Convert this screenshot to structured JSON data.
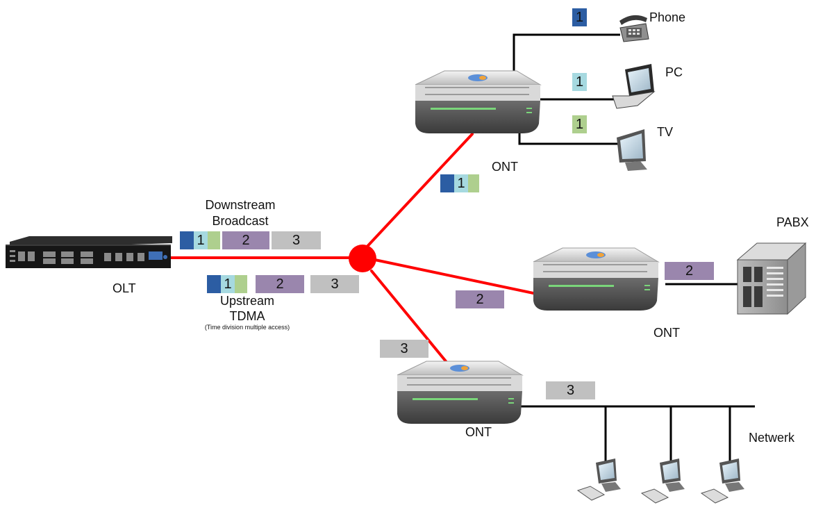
{
  "labels": {
    "downstream_1": "Downstream",
    "downstream_2": "Broadcast",
    "upstream_1": "Upstream",
    "upstream_2": "TDMA",
    "upstream_3": "(Time division multiple access)",
    "olt": "OLT",
    "ont_top": "ONT",
    "ont_mid": "ONT",
    "ont_bottom": "ONT",
    "phone": "Phone",
    "pc": "PC",
    "tv": "TV",
    "pabx": "PABX",
    "network": "Netwerk"
  },
  "blocks": {
    "one": "1",
    "two": "2",
    "three": "3"
  },
  "colors": {
    "fiber": "#ff0000",
    "splitter": "#ff0000",
    "dark_blue": "#2c5da3",
    "light_blue": "#a6d9e0",
    "green": "#aecf8e",
    "purple": "#9a86ad",
    "gray": "#c0c0c0"
  }
}
